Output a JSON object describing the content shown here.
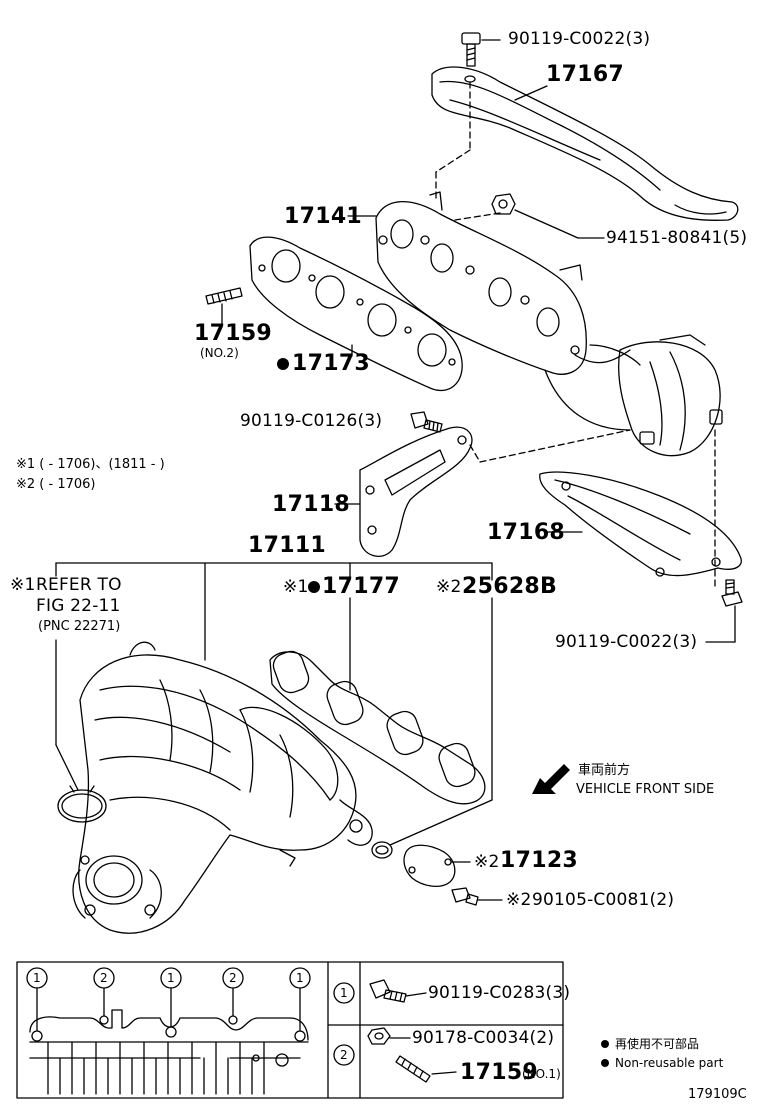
{
  "labels": {
    "p90119_c0022_top": "90119-C0022(3)",
    "p17167": "17167",
    "p17141": "17141",
    "p94151": "94151-80841(5)",
    "p17159": "17159",
    "no2": "(NO.2)",
    "p17173": "17173",
    "p90119_c0126": "90119-C0126(3)",
    "note1": "※1 (          - 1706)、(1811 -           )",
    "note2": "※2 (          - 1706)",
    "p17118": "17118",
    "p17168": "17168",
    "p17111": "17111",
    "ref_line1": "REFER TO",
    "ref_line2": "FIG 22-11",
    "ref_line3": "(PNC 22271)",
    "p17177": "17177",
    "p25628b": "25628B",
    "p90119_c0022_bot": "90119-C0022(3)",
    "front_jp": "車両前方",
    "front_en": "VEHICLE FRONT SIDE",
    "p17123": "17123",
    "p90105": "90105-C0081(2)",
    "p90119_c0283": "90119-C0283(3)",
    "p90178": "90178-C0034(2)",
    "p17159_b": "17159",
    "no1": "(NO.1)",
    "legend_jp": "再使用不可部品",
    "legend_en": "Non-reusable part",
    "fig_code": "179109C"
  },
  "marks": {
    "k1": "※1",
    "k2": "※2",
    "c1": "1",
    "c2": "2"
  }
}
